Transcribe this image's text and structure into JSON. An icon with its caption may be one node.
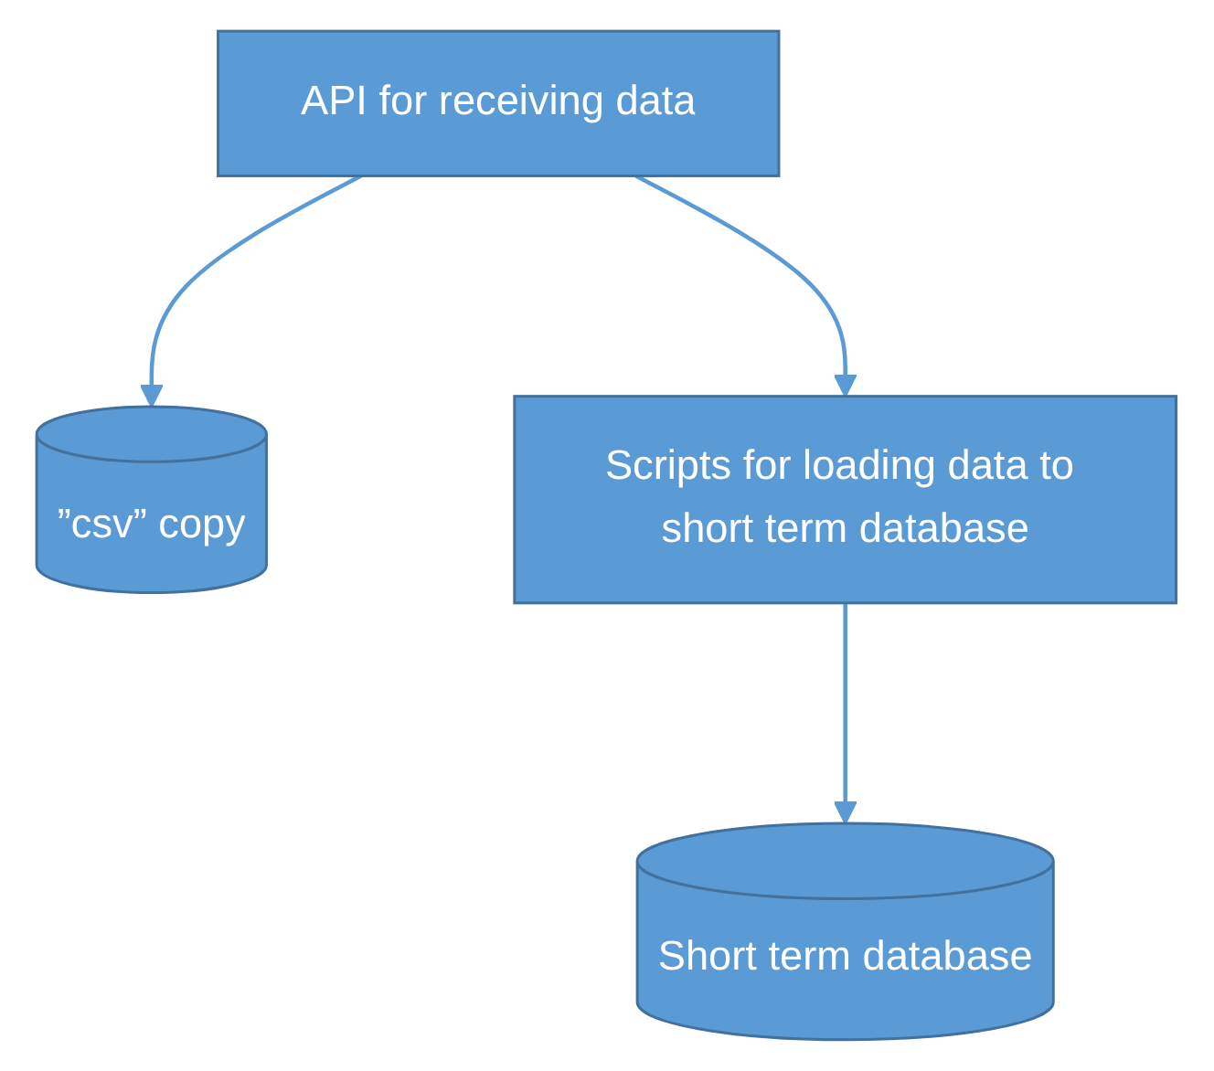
{
  "diagram": {
    "nodes": [
      {
        "text": [
          "API for receiving data"
        ]
      },
      {
        "text": [
          "”csv” copy"
        ]
      },
      {
        "text": [
          "Scripts for loading data to short term database"
        ]
      },
      {
        "text": [
          "Short term database"
        ]
      }
    ],
    "edges": [
      {
        "from": 0,
        "to": 1,
        "arrow": "to"
      },
      {
        "from": 0,
        "to": 2,
        "arrow": "to"
      },
      {
        "from": 2,
        "to": 3,
        "arrow": "to"
      }
    ]
  }
}
